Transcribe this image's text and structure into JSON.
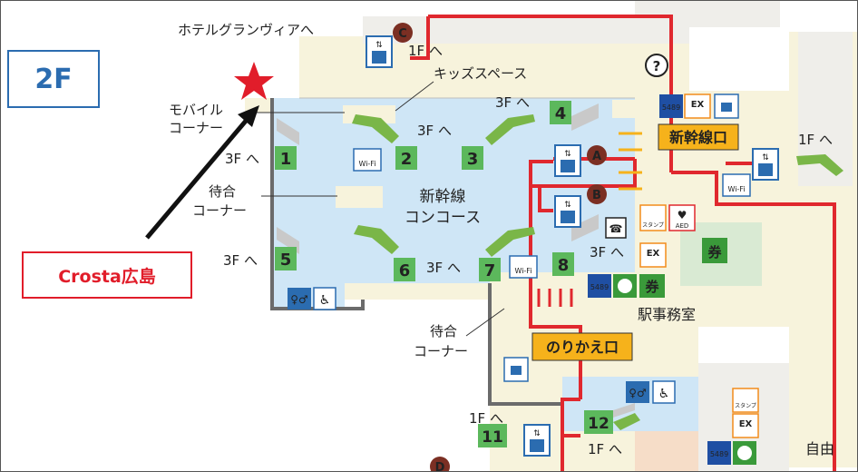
{
  "floor_label": "2F",
  "callout_label": "Crosta広島",
  "labels": {
    "hotel": "ホテルグランヴィアへ",
    "mobile_1": "モバイル",
    "mobile_2": "コーナー",
    "waiting_1": "待合",
    "waiting_2": "コーナー",
    "waiting_b1": "待合",
    "waiting_b2": "コーナー",
    "kids": "キッズスペース",
    "concourse_1": "新幹線",
    "concourse_2": "コンコース",
    "shinkansen_gate": "新幹線口",
    "transfer_gate": "のりかえ口",
    "station_office": "駅事務室",
    "jiyu": "自由",
    "wifi": "Wi-Fi",
    "aed": "AED",
    "stamp": "スタンプ",
    "ticket": "券",
    "phone_5489": "5489",
    "ex": "EX",
    "question": "?"
  },
  "exit_dirs": {
    "f3_a": "3F へ",
    "f3_b": "3F へ",
    "f3_c": "3F へ",
    "f3_d": "3F へ",
    "f3_e": "3F へ",
    "f3_f": "3F へ",
    "f1_a": "1F へ",
    "f1_b": "1F へ",
    "f1_c": "1F へ",
    "f1_d": "1F へ"
  },
  "platforms": [
    "1",
    "2",
    "3",
    "4",
    "5",
    "6",
    "7",
    "8",
    "11",
    "12"
  ],
  "points": [
    "A",
    "B",
    "C",
    "D"
  ],
  "colors": {
    "route": "#e0282e",
    "platform_green": "#5cb85c",
    "concourse": "#cfe6f6",
    "wall": "#6b6b6b",
    "orange_gate": "#f6b21b",
    "brand_blue": "#2b6cb0"
  }
}
